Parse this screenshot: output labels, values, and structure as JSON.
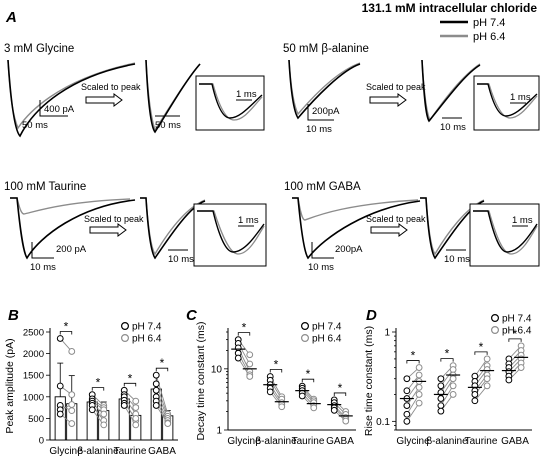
{
  "figure": {
    "panel_a_letter": "A",
    "heading": "131.1 mM intracellular chloride",
    "legend": {
      "entries": [
        {
          "label": "pH 7.4",
          "color": "#000000"
        },
        {
          "label": "pH 6.4",
          "color": "#8c8c8c"
        }
      ]
    },
    "arrow_label": "Scaled to peak",
    "traces": [
      {
        "title": "3 mM Glycine",
        "amp_bar": "400 pA",
        "time_bar": "50 ms",
        "scaled_time_bar": "50 ms",
        "inset_time_bar": "1 ms"
      },
      {
        "title": "50 mM β-alanine",
        "amp_bar": "200pA",
        "time_bar": "10 ms",
        "scaled_time_bar": "10 ms",
        "inset_time_bar": "1 ms"
      },
      {
        "title": "100 mM Taurine",
        "amp_bar": "200 pA",
        "time_bar": "10 ms",
        "scaled_time_bar": "10 ms",
        "inset_time_bar": "1 ms"
      },
      {
        "title": "100 mM GABA",
        "amp_bar": "200pA",
        "time_bar": "10 ms",
        "scaled_time_bar": "10 ms",
        "inset_time_bar": "1 ms"
      }
    ]
  },
  "chart_data": [
    {
      "panel": "B",
      "type": "bar",
      "ylabel": "Peak amplitude (pA)",
      "ylim": [
        0,
        2500
      ],
      "yticks": [
        0,
        500,
        1000,
        1500,
        2000,
        2500
      ],
      "categories": [
        "Glycine",
        "β-alanine",
        "Taurine",
        "GABA"
      ],
      "significance": [
        "*",
        "*",
        "*",
        "*"
      ],
      "legend": [
        "pH 7.4",
        "pH 6.4"
      ],
      "series": [
        {
          "name": "pH 7.4",
          "values": [
            1000,
            880,
            950,
            1180
          ],
          "err": [
            780,
            130,
            160,
            300
          ]
        },
        {
          "name": "pH 6.4",
          "values": [
            840,
            680,
            570,
            560
          ],
          "err": [
            650,
            200,
            220,
            120
          ]
        }
      ],
      "pairs": [
        [
          [
            2350,
            2050
          ],
          [
            1250,
            1050
          ],
          [
            800,
            680
          ],
          [
            700,
            820
          ],
          [
            600,
            380
          ]
        ],
        [
          [
            1050,
            800
          ],
          [
            950,
            750
          ],
          [
            900,
            700
          ],
          [
            850,
            600
          ],
          [
            800,
            450
          ],
          [
            700,
            350
          ]
        ],
        [
          [
            1150,
            900
          ],
          [
            1050,
            750
          ],
          [
            1000,
            600
          ],
          [
            920,
            450
          ],
          [
            850,
            500
          ],
          [
            800,
            350
          ]
        ],
        [
          [
            1500,
            600
          ],
          [
            1300,
            550
          ],
          [
            1150,
            500
          ],
          [
            1000,
            450
          ],
          [
            900,
            400
          ],
          [
            800,
            380
          ]
        ]
      ]
    },
    {
      "panel": "C",
      "type": "scatter",
      "ylabel": "Decay time constant (ms)",
      "yscale": "log",
      "ylim": [
        1,
        40
      ],
      "ytick_labels": [
        "1",
        "10"
      ],
      "categories": [
        "Glycine",
        "β-alanine",
        "Taurine",
        "GABA"
      ],
      "significance": [
        "*",
        "*",
        "*",
        "*"
      ],
      "legend": [
        "pH 7.4",
        "pH 6.4"
      ],
      "means": [
        [
          21,
          10
        ],
        [
          5.5,
          2.9
        ],
        [
          4.4,
          2.7
        ],
        [
          2.6,
          1.7
        ]
      ],
      "pairs": [
        [
          [
            30,
            17
          ],
          [
            26,
            12
          ],
          [
            22,
            9
          ],
          [
            18,
            8
          ],
          [
            15,
            7.5
          ]
        ],
        [
          [
            7.5,
            3.5
          ],
          [
            6.5,
            3.2
          ],
          [
            5.5,
            2.8
          ],
          [
            4.8,
            2.6
          ],
          [
            4.2,
            2.4
          ]
        ],
        [
          [
            5.2,
            3.2
          ],
          [
            4.8,
            3.0
          ],
          [
            4.4,
            2.8
          ],
          [
            4.0,
            2.5
          ],
          [
            3.6,
            2.3
          ]
        ],
        [
          [
            3.1,
            2.0
          ],
          [
            2.8,
            1.8
          ],
          [
            2.5,
            1.6
          ],
          [
            2.3,
            1.5
          ],
          [
            2.1,
            1.4
          ]
        ]
      ]
    },
    {
      "panel": "D",
      "type": "scatter",
      "ylabel": "Rise time constant (ms)",
      "yscale": "log",
      "ylim": [
        0.08,
        1
      ],
      "ytick_labels": [
        "0.1",
        "1"
      ],
      "categories": [
        "Glycine",
        "β-alanine",
        "Taurine",
        "GABA"
      ],
      "significance": [
        "*",
        "*",
        "*",
        "*"
      ],
      "legend": [
        "pH 7.4",
        "pH 6.4"
      ],
      "means": [
        [
          0.18,
          0.28
        ],
        [
          0.2,
          0.33
        ],
        [
          0.24,
          0.37
        ],
        [
          0.37,
          0.52
        ]
      ],
      "pairs": [
        [
          [
            0.3,
            0.4
          ],
          [
            0.22,
            0.33
          ],
          [
            0.18,
            0.28
          ],
          [
            0.15,
            0.24
          ],
          [
            0.12,
            0.2
          ],
          [
            0.1,
            0.16
          ]
        ],
        [
          [
            0.3,
            0.42
          ],
          [
            0.25,
            0.38
          ],
          [
            0.21,
            0.33
          ],
          [
            0.18,
            0.3
          ],
          [
            0.15,
            0.25
          ],
          [
            0.13,
            0.2
          ]
        ],
        [
          [
            0.32,
            0.5
          ],
          [
            0.28,
            0.42
          ],
          [
            0.25,
            0.38
          ],
          [
            0.22,
            0.33
          ],
          [
            0.2,
            0.3
          ],
          [
            0.17,
            0.25
          ]
        ],
        [
          [
            0.5,
            0.7
          ],
          [
            0.44,
            0.62
          ],
          [
            0.4,
            0.55
          ],
          [
            0.36,
            0.5
          ],
          [
            0.32,
            0.45
          ],
          [
            0.29,
            0.4
          ]
        ]
      ]
    }
  ]
}
